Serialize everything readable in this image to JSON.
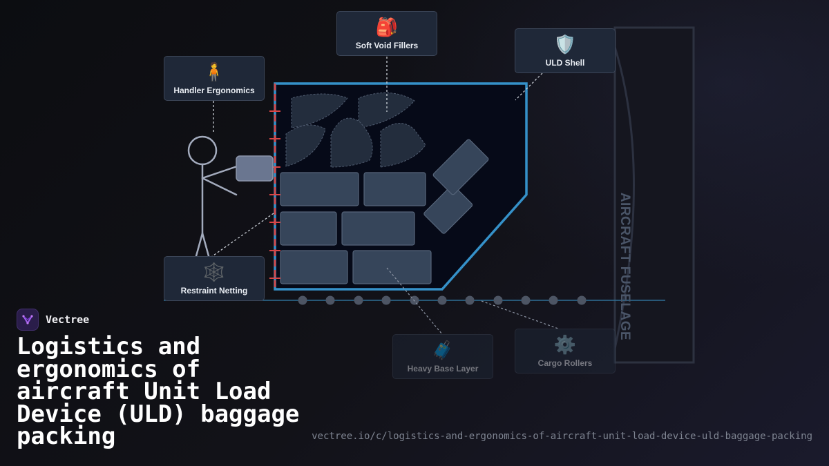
{
  "brand": {
    "name": "Vectree"
  },
  "title": "Logistics and ergonomics of aircraft Unit Load Device (ULD) baggage packing",
  "url": "vectree.io/c/logistics-and-ergonomics-of-aircraft-unit-load-device-uld-baggage-packing",
  "diagram": {
    "fuselage_label": "AIRCRAFT FUSELAGE",
    "callouts": {
      "handler": {
        "icon": "person-icon",
        "glyph": "🧍",
        "label": "Handler Ergonomics"
      },
      "voids": {
        "icon": "backpack-icon",
        "glyph": "🎒",
        "label": "Soft Void Fillers"
      },
      "shell": {
        "icon": "shield-icon",
        "glyph": "🛡️",
        "label": "ULD Shell"
      },
      "netting": {
        "icon": "net-icon",
        "glyph": "🕸️",
        "label": "Restraint Netting"
      },
      "base": {
        "icon": "luggage-icon",
        "glyph": "🧳",
        "label": "Heavy Base Layer"
      },
      "rollers": {
        "icon": "gear-icon",
        "glyph": "⚙️",
        "label": "Cargo Rollers"
      }
    },
    "colors": {
      "uld_outline": "#3591c9",
      "netting": "#d94545",
      "bag": "#36455a",
      "bag_border": "#56657a",
      "card_bg": "#1f2838",
      "stick_figure": "#a3abbd"
    }
  }
}
